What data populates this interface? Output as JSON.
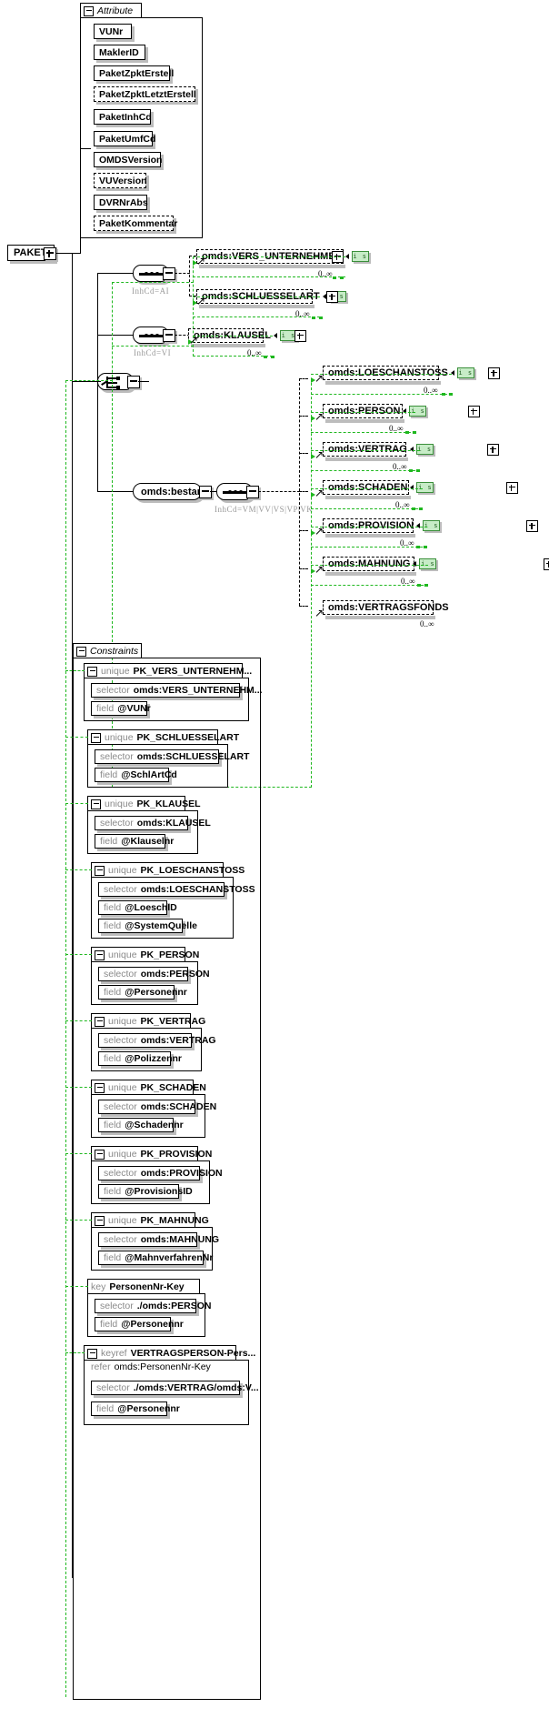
{
  "diagram": {
    "type": "xsd-schema-diagram",
    "root": {
      "name": "PAKET"
    },
    "attribute_group": {
      "title": "Attribute",
      "toggle": "minus",
      "items": [
        {
          "name": "VUNr",
          "optional": false
        },
        {
          "name": "MaklerID",
          "optional": false
        },
        {
          "name": "PaketZpktErstell",
          "optional": false
        },
        {
          "name": "PaketZpktLetztErstell",
          "optional": true
        },
        {
          "name": "PaketInhCd",
          "optional": false
        },
        {
          "name": "PaketUmfCd",
          "optional": false
        },
        {
          "name": "OMDSVersion",
          "optional": false
        },
        {
          "name": "VUVersion",
          "optional": true
        },
        {
          "name": "DVRNrAbs",
          "optional": false
        },
        {
          "name": "PaketKommentar",
          "optional": true
        }
      ]
    },
    "sequences": [
      {
        "id": "seq-ai",
        "annotation": "InhCd=AI",
        "kind": "sequence"
      },
      {
        "id": "seq-vi",
        "annotation": "InhCd=VI",
        "kind": "sequence"
      },
      {
        "id": "choice-root",
        "annotation": "",
        "kind": "choice"
      },
      {
        "id": "seq-bestand",
        "annotation": "InhCd=VM|VV|VS|VP|VK",
        "kind": "sequence"
      }
    ],
    "bestand_node": {
      "name": "omds:bestand"
    },
    "elements": [
      {
        "name": "omds:VERS_UNTERNEHMEN",
        "badge": "i s",
        "expand": "plus",
        "occurrence": "0..∞",
        "group": "seq-ai"
      },
      {
        "name": "omds:SCHLUESSELART",
        "badge": "i s",
        "expand": "plus",
        "occurrence": "0..∞",
        "group": "seq-ai"
      },
      {
        "name": "omds:KLAUSEL",
        "badge": "i s",
        "expand": "plus",
        "occurrence": "0..∞",
        "group": "seq-vi"
      },
      {
        "name": "omds:LOESCHANSTOSS",
        "badge": "i s",
        "expand": "plus",
        "occurrence": "0..∞",
        "group": "seq-bestand"
      },
      {
        "name": "omds:PERSON",
        "badge": "i s",
        "expand": "plus",
        "occurrence": "0..∞",
        "group": "seq-bestand"
      },
      {
        "name": "omds:VERTRAG",
        "badge": "i s",
        "expand": "plus",
        "occurrence": "0..∞",
        "group": "seq-bestand"
      },
      {
        "name": "omds:SCHADEN",
        "badge": "i s",
        "expand": "plus",
        "occurrence": "0..∞",
        "group": "seq-bestand"
      },
      {
        "name": "omds:PROVISION",
        "badge": "i s",
        "expand": "plus",
        "occurrence": "0..∞",
        "group": "seq-bestand"
      },
      {
        "name": "omds:MAHNUNG",
        "badge": "i s",
        "expand": "plus",
        "occurrence": "0..∞",
        "group": "seq-bestand"
      },
      {
        "name": "omds:VERTRAGSFONDS",
        "badge": "",
        "expand": "plus",
        "occurrence": "0..∞",
        "group": "seq-bestand"
      }
    ],
    "constraints_group": {
      "title": "Constraints",
      "toggle": "minus",
      "items": [
        {
          "kind": "unique",
          "name": "PK_VERS_UNTERNEHM...",
          "rows": [
            {
              "label": "selector",
              "value": "omds:VERS_UNTERNEHM..."
            },
            {
              "label": "field",
              "value": "@VUNr"
            }
          ]
        },
        {
          "kind": "unique",
          "name": "PK_SCHLUESSELART",
          "rows": [
            {
              "label": "selector",
              "value": "omds:SCHLUESSELART"
            },
            {
              "label": "field",
              "value": "@SchlArtCd"
            }
          ]
        },
        {
          "kind": "unique",
          "name": "PK_KLAUSEL",
          "rows": [
            {
              "label": "selector",
              "value": "omds:KLAUSEL"
            },
            {
              "label": "field",
              "value": "@Klauselnr"
            }
          ]
        },
        {
          "kind": "unique",
          "name": "PK_LOESCHANSTOSS",
          "rows": [
            {
              "label": "selector",
              "value": "omds:LOESCHANSTOSS"
            },
            {
              "label": "field",
              "value": "@LoeschID"
            },
            {
              "label": "field",
              "value": "@SystemQuelle"
            }
          ]
        },
        {
          "kind": "unique",
          "name": "PK_PERSON",
          "rows": [
            {
              "label": "selector",
              "value": "omds:PERSON"
            },
            {
              "label": "field",
              "value": "@Personennr"
            }
          ]
        },
        {
          "kind": "unique",
          "name": "PK_VERTRAG",
          "rows": [
            {
              "label": "selector",
              "value": "omds:VERTRAG"
            },
            {
              "label": "field",
              "value": "@Polizzennr"
            }
          ]
        },
        {
          "kind": "unique",
          "name": "PK_SCHADEN",
          "rows": [
            {
              "label": "selector",
              "value": "omds:SCHADEN"
            },
            {
              "label": "field",
              "value": "@Schadennr"
            }
          ]
        },
        {
          "kind": "unique",
          "name": "PK_PROVISION",
          "rows": [
            {
              "label": "selector",
              "value": "omds:PROVISION"
            },
            {
              "label": "field",
              "value": "@ProvisionsID"
            }
          ]
        },
        {
          "kind": "unique",
          "name": "PK_MAHNUNG",
          "rows": [
            {
              "label": "selector",
              "value": "omds:MAHNUNG"
            },
            {
              "label": "field",
              "value": "@MahnverfahrenNr"
            }
          ]
        },
        {
          "kind": "key",
          "name": "PersonenNr-Key",
          "rows": [
            {
              "label": "selector",
              "value": "./omds:PERSON"
            },
            {
              "label": "field",
              "value": "@Personennr"
            }
          ]
        },
        {
          "kind": "keyref",
          "name": "VERTRAGSPERSON-Pers...",
          "refer": {
            "label": "refer",
            "value": "omds:PersonenNr-Key"
          },
          "rows": [
            {
              "label": "selector",
              "value": "./omds:VERTRAG/omds:V..."
            },
            {
              "label": "field",
              "value": "@Personennr"
            }
          ]
        }
      ]
    },
    "colors": {
      "line": "#000000",
      "green": "#1fb81f",
      "badge_bg": "#c7ecc7",
      "badge_border": "#3a8f3a",
      "shadow": "#bcbcbc",
      "muted": "#8a8a8a"
    }
  }
}
